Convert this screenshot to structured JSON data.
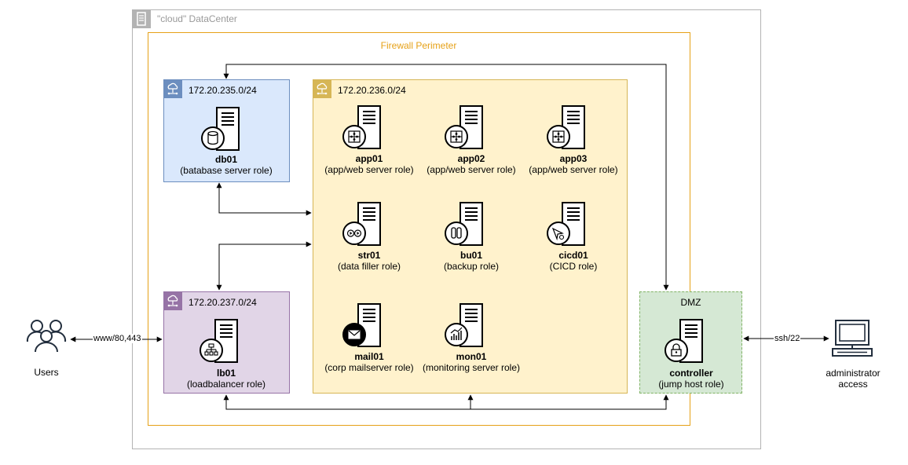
{
  "datacenter": {
    "title": "\"cloud\" DataCenter",
    "border_color": "#b3b3b3",
    "text_color": "#999999"
  },
  "firewall": {
    "title": "Firewall Perimeter",
    "color": "#e6a117"
  },
  "subnets": {
    "db": {
      "cidr": "172.20.235.0/24",
      "fill": "#dae8fc",
      "stroke": "#6c8ebf",
      "badge": "#6c8ebf"
    },
    "app": {
      "cidr": "172.20.236.0/24",
      "fill": "#fff2cc",
      "stroke": "#d6b656",
      "badge": "#d6b656"
    },
    "lb": {
      "cidr": "172.20.237.0/24",
      "fill": "#e1d5e7",
      "stroke": "#9673a6",
      "badge": "#9673a6"
    },
    "dmz": {
      "title": "DMZ",
      "fill": "#d5e8d4",
      "stroke": "#82b366"
    }
  },
  "hosts": {
    "db01": {
      "name": "db01",
      "role": "(batabase server role)",
      "icon": "database-icon"
    },
    "app01": {
      "name": "app01",
      "role": "(app/web server role)",
      "icon": "puzzle-icon"
    },
    "app02": {
      "name": "app02",
      "role": "(app/web server role)",
      "icon": "puzzle-icon"
    },
    "app03": {
      "name": "app03",
      "role": "(app/web server role)",
      "icon": "puzzle-icon"
    },
    "str01": {
      "name": "str01",
      "role": "(data filler role)",
      "icon": "media-icon"
    },
    "bu01": {
      "name": "bu01",
      "role": "(backup role)",
      "icon": "backup-icon"
    },
    "cicd01": {
      "name": "cicd01",
      "role": "(CICD role)",
      "icon": "rocket-icon"
    },
    "mail01": {
      "name": "mail01",
      "role": "(corp mailserver role)",
      "icon": "mail-icon"
    },
    "mon01": {
      "name": "mon01",
      "role": "(monitoring server role)",
      "icon": "chart-icon"
    },
    "lb01": {
      "name": "lb01",
      "role": "(loadbalancer role)",
      "icon": "network-icon"
    },
    "controller": {
      "name": "controller",
      "role": "(jump host role)",
      "icon": "lock-icon"
    }
  },
  "external": {
    "users": {
      "label": "Users",
      "icon": "users-icon"
    },
    "admin": {
      "label_line1": "administrator",
      "label_line2": "access",
      "icon": "computer-icon"
    }
  },
  "connections": {
    "users_lb": "www/80,443",
    "admin_controller": "ssh/22"
  }
}
